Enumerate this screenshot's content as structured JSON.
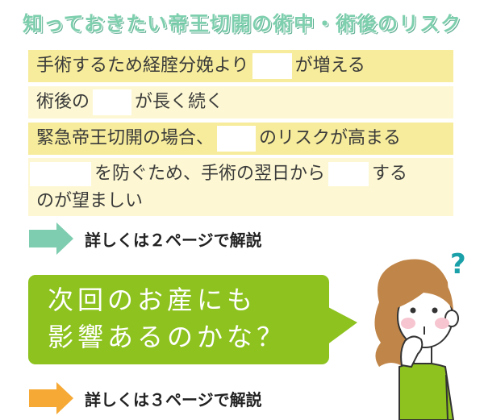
{
  "title": "知っておきたい帝王切開の術中・術後のリスク",
  "rows": [
    {
      "before": "手術するため経腟分娩より",
      "after": "が増える"
    },
    {
      "before": "術後の",
      "after": "が長く続く"
    },
    {
      "before": "緊急帝王切開の場合、",
      "after": "のリスクが高まる"
    },
    {
      "mid": "を防ぐため、手術の翌日から",
      "after": "する",
      "line2": "のが望ましい"
    }
  ],
  "links": [
    {
      "label": "詳しくは２ページで解説",
      "arrow_color": "#7ecdb0"
    },
    {
      "label": "詳しくは３ページで解説",
      "arrow_color": "#f6a935"
    }
  ],
  "bubble": {
    "line1": "次回のお産にも",
    "line2": "影響あるのかな？",
    "color": "#8dc21f"
  },
  "illustration": {
    "question_mark": "?",
    "question_color": "#1aa0a8"
  },
  "colors": {
    "title": "#7ecfae",
    "row_dark": "#f7ec9b",
    "row_light": "#fdf8d3"
  }
}
